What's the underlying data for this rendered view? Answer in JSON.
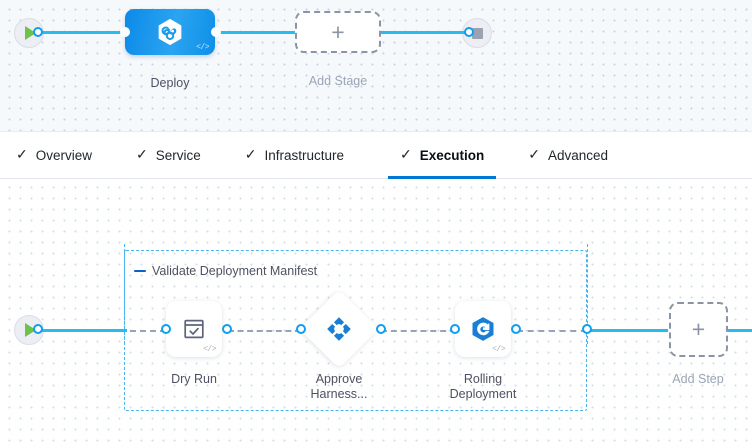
{
  "colors": {
    "accent_blue": "#0278d5",
    "line_blue": "#27bbf0",
    "node_blue": "#0b8ae8",
    "group_border": "#4ab4ef",
    "play_green": "#6cc24a",
    "stop_gray": "#9aa3b2",
    "dash_gray": "#9aa3b5",
    "label_gray": "#4f5162",
    "label_muted": "#9aa5b5"
  },
  "pipeline_canvas": {
    "start_node": {
      "name": "Start",
      "icon": "play-icon"
    },
    "stages": [
      {
        "label": "Deploy",
        "icon": "harness-hexagon-icon",
        "badge": "code-icon",
        "type": "stage"
      },
      {
        "label": "Add Stage",
        "icon": "plus-icon",
        "type": "add"
      }
    ],
    "end_node": {
      "name": "End",
      "icon": "stop-icon"
    }
  },
  "tabs": {
    "items": [
      {
        "label": "Overview",
        "check": "✓",
        "active": false
      },
      {
        "label": "Service",
        "check": "✓",
        "active": false
      },
      {
        "label": "Infrastructure",
        "check": "✓",
        "active": false
      },
      {
        "label": "Execution",
        "check": "✓",
        "active": true
      },
      {
        "label": "Advanced",
        "check": "✓",
        "active": false
      }
    ]
  },
  "execution_canvas": {
    "start_node": {
      "name": "Start",
      "icon": "play-icon"
    },
    "step_group": {
      "title": "Validate Deployment Manifest",
      "collapse_icon": "minus-icon",
      "steps": [
        {
          "label": "Dry Run",
          "icon": "checkbox-window-icon",
          "badge": "code-icon",
          "shape": "rounded"
        },
        {
          "label": "Approve\nHarness...",
          "icon": "harness-approval-icon",
          "badge": "",
          "shape": "diamond"
        },
        {
          "label": "Rolling\nDeployment",
          "icon": "rolling-deployment-icon",
          "badge": "code-icon",
          "shape": "rounded"
        }
      ]
    },
    "add_step": {
      "label": "Add Step",
      "icon": "plus-icon"
    }
  }
}
